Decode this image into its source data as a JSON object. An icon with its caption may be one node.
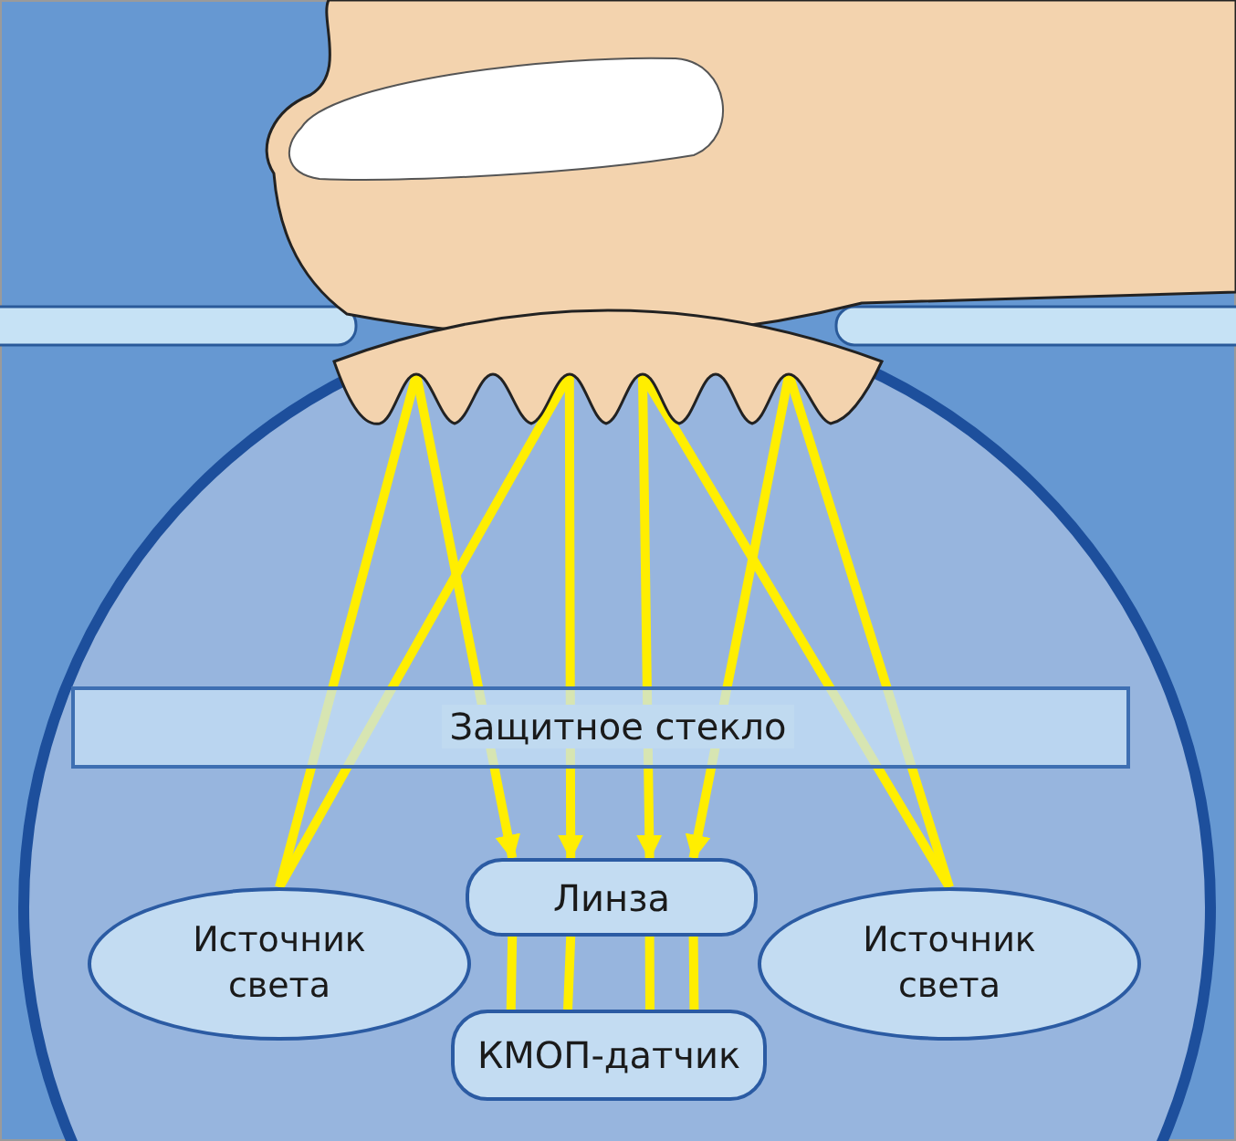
{
  "diagram": {
    "nodes": [
      {
        "text": [],
        "shape": "picture"
      },
      {
        "text": [
          "Источник света"
        ]
      },
      {
        "text": [
          "Линза"
        ]
      },
      {
        "text": [
          "Источник света"
        ]
      },
      {
        "text": [
          "КМОП-датчик"
        ]
      }
    ],
    "edges": [
      {
        "from": 1,
        "to": 0,
        "arrow": "none"
      },
      {
        "from": 1,
        "to": 0,
        "arrow": "none"
      },
      {
        "from": 3,
        "to": 0,
        "arrow": "none"
      },
      {
        "from": 3,
        "to": 0,
        "arrow": "none"
      },
      {
        "from": 0,
        "to": 2,
        "arrow": "to"
      },
      {
        "from": 0,
        "to": 2,
        "arrow": "to"
      },
      {
        "from": 0,
        "to": 2,
        "arrow": "to"
      },
      {
        "from": 0,
        "to": 2,
        "arrow": "to"
      },
      {
        "from": 2,
        "to": 4,
        "arrow": "none"
      },
      {
        "from": 2,
        "to": 4,
        "arrow": "none"
      },
      {
        "from": 2,
        "to": 4,
        "arrow": "none"
      },
      {
        "from": 2,
        "to": 4,
        "arrow": "none"
      }
    ],
    "labels": [
      "Защитное стекло"
    ]
  }
}
